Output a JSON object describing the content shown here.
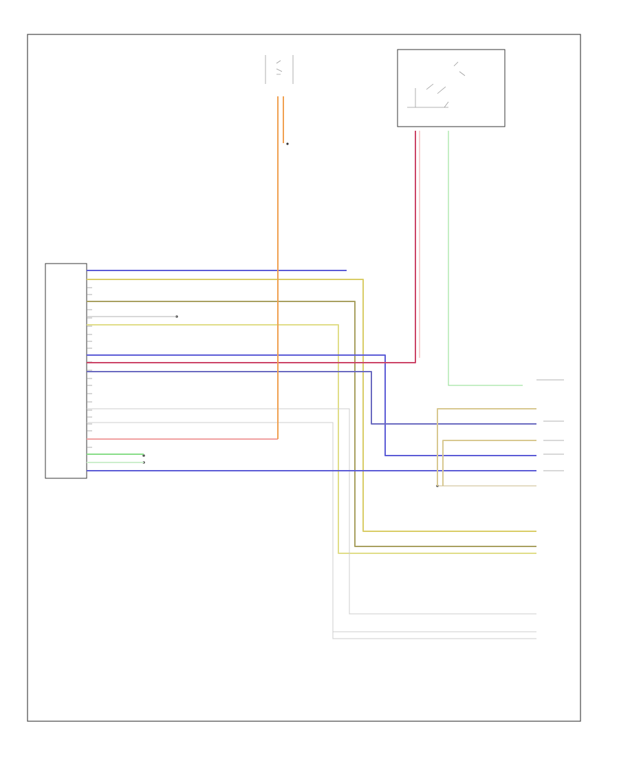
{
  "page": {
    "id_label": ""
  },
  "control_module": {
    "label_lines": [
      "",
      "",
      "",
      ""
    ]
  },
  "notes": [
    "",
    "",
    "",
    ""
  ],
  "colors": {
    "blue": "#5b5bd6",
    "yellow": "#d9cc66",
    "olive": "#a8a060",
    "orange": "#f0a050",
    "red": "#e05050",
    "pink": "#f0a0a0",
    "green": "#88dd88",
    "grey": "#cccccc",
    "frame": "#444444"
  },
  "components": [
    {
      "name": "top-left-sensor",
      "label": ""
    },
    {
      "name": "top-right-relay",
      "label": ""
    },
    {
      "name": "ground-point",
      "label": ""
    },
    {
      "name": "right-connector-group-1",
      "label": ""
    },
    {
      "name": "right-connector-group-2",
      "label": ""
    },
    {
      "name": "right-connector-group-3",
      "label": ""
    }
  ]
}
